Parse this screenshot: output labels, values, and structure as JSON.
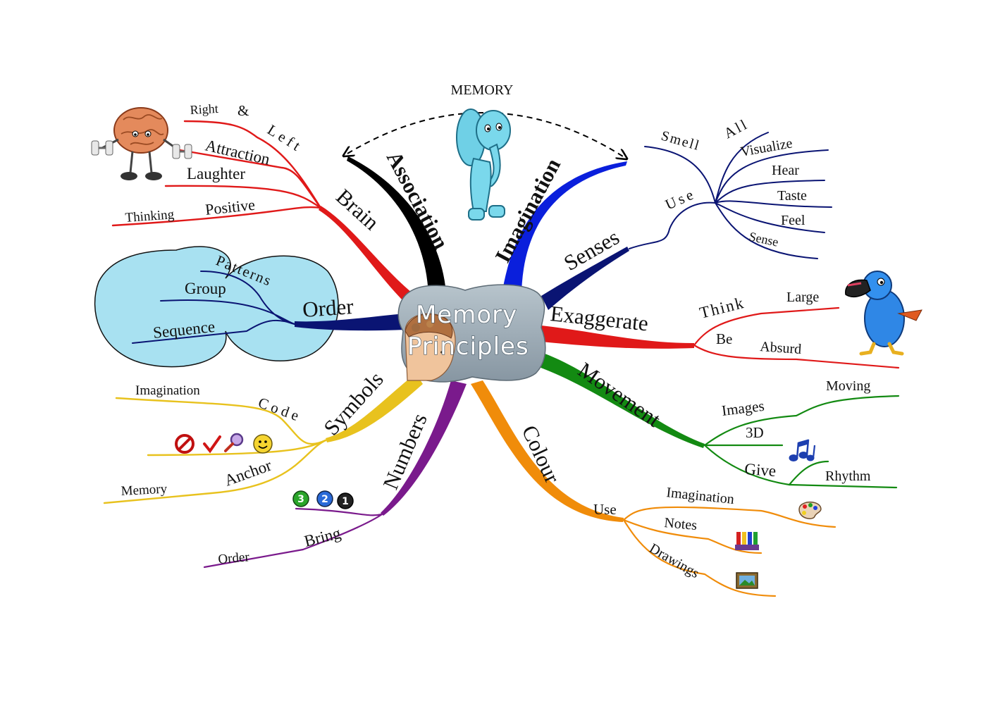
{
  "center": {
    "line1": "Memory",
    "line2": "Principles"
  },
  "memory_arc_label": "MEMORY",
  "branches": {
    "association": {
      "label": "Association",
      "color": "#000000"
    },
    "imagination": {
      "label": "Imagination",
      "color": "#0a1fdc"
    },
    "brain": {
      "label": "Brain",
      "color": "#e01919",
      "children": {
        "right": "Right",
        "amp": "&",
        "left": "Left",
        "attraction": "Attraction",
        "laughter": "Laughter",
        "positive": "Positive",
        "thinking": "Thinking"
      }
    },
    "order": {
      "label": "Order",
      "color": "#0a1473",
      "children": {
        "patterns": "Patterns",
        "group": "Group",
        "sequence": "Sequence"
      }
    },
    "symbols": {
      "label": "Symbols",
      "color": "#e8c21e",
      "children": {
        "imagination": "Imagination",
        "code": "Code",
        "anchor": "Anchor",
        "memory": "Memory"
      }
    },
    "numbers": {
      "label": "Numbers",
      "color": "#7a1a8c",
      "children": {
        "bring": "Bring",
        "order": "Order"
      },
      "badges": [
        "3",
        "2",
        "1"
      ]
    },
    "senses": {
      "label": "Senses",
      "color": "#0a1473",
      "children": {
        "smell": "Smell",
        "use": "Use",
        "all": "All",
        "visualize": "Visualize",
        "hear": "Hear",
        "taste": "Taste",
        "feel": "Feel",
        "sense": "Sense"
      }
    },
    "exaggerate": {
      "label": "Exaggerate",
      "color": "#e01919",
      "children": {
        "think": "Think",
        "large": "Large",
        "be": "Be",
        "absurd": "Absurd"
      }
    },
    "movement": {
      "label": "Movement",
      "color": "#138a12",
      "children": {
        "images": "Images",
        "moving": "Moving",
        "three_d": "3D",
        "give": "Give",
        "rhythm": "Rhythm"
      }
    },
    "colour": {
      "label": "Colour",
      "color": "#f08c0a",
      "children": {
        "use": "Use",
        "imagination": "Imagination",
        "notes": "Notes",
        "drawings": "Drawings"
      }
    }
  },
  "icons": [
    "brain-mascot-icon",
    "elephant-mascot-icon",
    "toucan-mascot-icon",
    "head-icon",
    "no-entry-icon",
    "check-mark-icon",
    "magnifier-icon",
    "smiley-icon",
    "music-notes-icon",
    "palette-icon",
    "crayons-icon",
    "picture-icon"
  ]
}
